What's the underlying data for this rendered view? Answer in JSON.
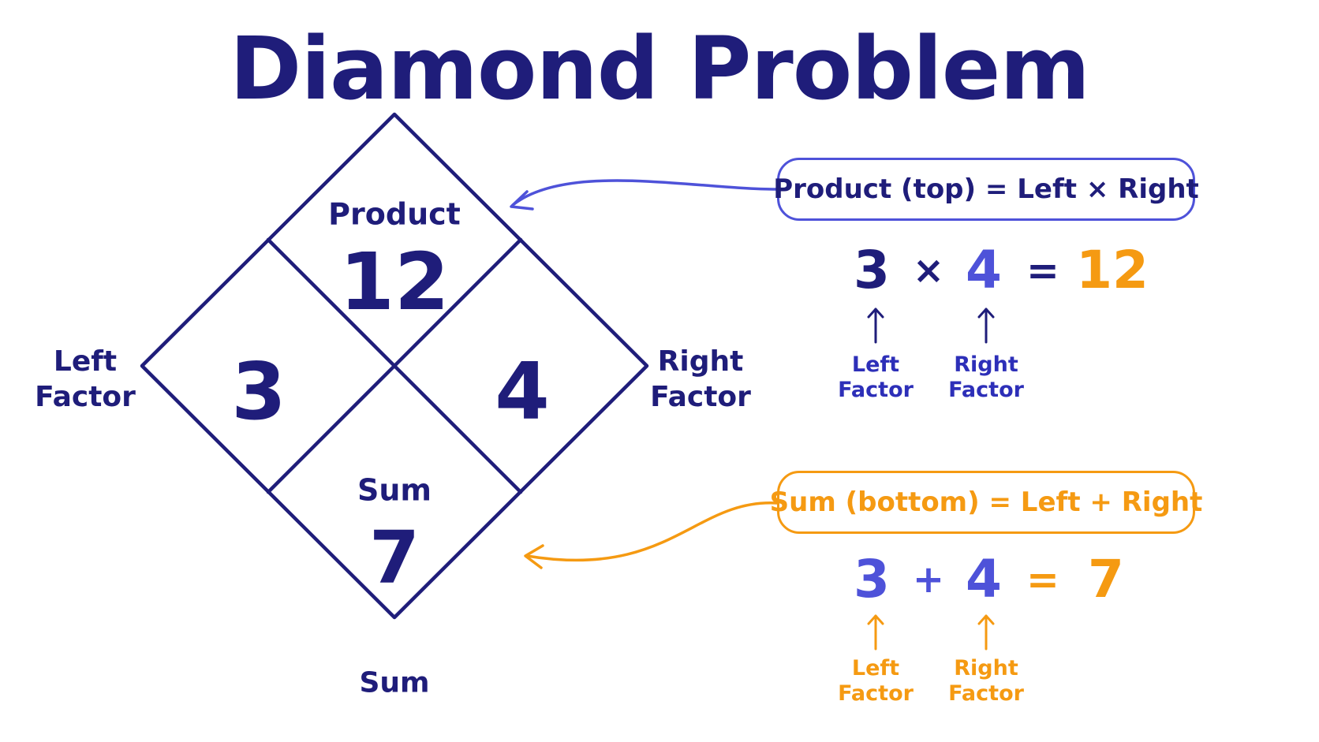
{
  "title": "Diamond Problem",
  "colors": {
    "navy": "#1f1d7a",
    "blue": "#4e52d9",
    "orange": "#f59a12"
  },
  "diamond": {
    "top_label": "Product",
    "top_value": "12",
    "left_value": "3",
    "right_value": "4",
    "bottom_label": "Sum",
    "bottom_value": "7"
  },
  "side_labels": {
    "left": "Left\nFactor",
    "right": "Right\nFactor",
    "bottom": "Sum"
  },
  "product_callout": {
    "text": "Product (top) = Left × Right",
    "equation": {
      "a": "3",
      "op": "×",
      "b": "4",
      "eq": "=",
      "result": "12"
    },
    "left_caption": "Left\nFactor",
    "right_caption": "Right\nFactor"
  },
  "sum_callout": {
    "text": "Sum (bottom) = Left + Right",
    "equation": {
      "a": "3",
      "op": "+",
      "b": "4",
      "eq": "=",
      "result": "7"
    },
    "left_caption": "Left\nFactor",
    "right_caption": "Right\nFactor"
  }
}
